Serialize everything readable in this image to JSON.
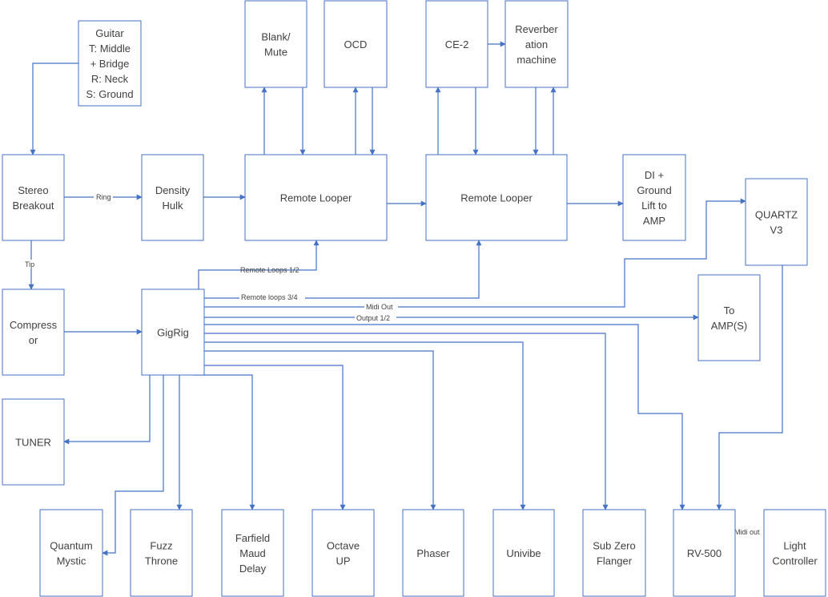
{
  "nodes": {
    "guitar": [
      "Guitar",
      "T: Middle",
      "+ Bridge",
      "R: Neck",
      "S: Ground"
    ],
    "blank_mute": [
      "Blank/",
      "Mute"
    ],
    "ocd": [
      "OCD"
    ],
    "ce2": [
      "CE-2"
    ],
    "reverb": [
      "Reverber",
      "ation",
      "machine"
    ],
    "stereo_breakout": [
      "Stereo",
      "Breakout"
    ],
    "density_hulk": [
      "Density",
      "Hulk"
    ],
    "remote_looper_1": [
      "Remote Looper"
    ],
    "remote_looper_2": [
      "Remote Looper"
    ],
    "di_ground_lift": [
      "DI +",
      "Ground",
      "Lift to",
      "AMP"
    ],
    "quartz": [
      "QUARTZ",
      "V3"
    ],
    "compressor": [
      "Compress",
      "or"
    ],
    "gigrig": [
      "GigRig"
    ],
    "to_amps": [
      "To",
      "AMP(S)"
    ],
    "tuner": [
      "TUNER"
    ],
    "quantum_mystic": [
      "Quantum",
      "Mystic"
    ],
    "fuzz_throne": [
      "Fuzz",
      "Throne"
    ],
    "farfield": [
      "Farfield",
      "Maud",
      "Delay"
    ],
    "octave_up": [
      "Octave",
      "UP"
    ],
    "phaser": [
      "Phaser"
    ],
    "univibe": [
      "Univibe"
    ],
    "sub_zero": [
      "Sub Zero",
      "Flanger"
    ],
    "rv500": [
      "RV-500"
    ],
    "light_controller": [
      "Light",
      "Controller"
    ]
  },
  "connection_labels": {
    "ring": "Ring",
    "tip": "Tip",
    "remote_loops_12": "Remote Loops 1/2",
    "remote_loops_34": "Remote loops 3/4",
    "midi_out": "Midi Out",
    "output_12": "Output 1/2",
    "midi_out_rv": "Midi out"
  },
  "colors": {
    "line": "#4472c4",
    "text": "#404040",
    "background": "#ffffff"
  }
}
